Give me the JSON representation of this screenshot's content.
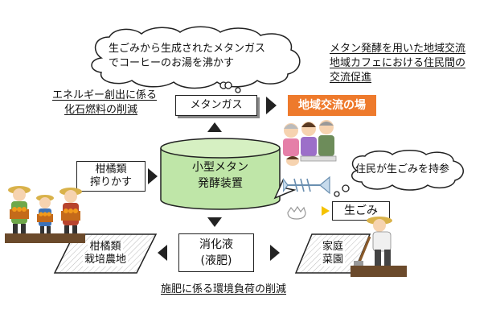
{
  "bubble_top": {
    "line1": "生ごみから生成されたメタンガス",
    "line2": "でコーヒーのお湯を沸かす"
  },
  "top_right": {
    "line1": "メタン発酵を用いた地域交流",
    "line2": "地域カフェにおける住民間の",
    "line3": "交流促進"
  },
  "energy_note": {
    "line1": "エネルギー創出に係る",
    "line2": "化石燃料の削減"
  },
  "methane_gas": "メタンガス",
  "community_place": "地域交流の場",
  "citrus_residue": {
    "line1": "柑橘類",
    "line2": "搾りかす"
  },
  "digester": {
    "line1": "小型メタン",
    "line2": "発酵装置"
  },
  "bubble_resident": "住民が生ごみを持参",
  "food_waste": "生ごみ",
  "citrus_farm": {
    "line1": "柑橘類",
    "line2": "栽培農地"
  },
  "digestate": {
    "line1": "消化液",
    "line2": "(液肥)"
  },
  "home_garden": {
    "line1": "家庭",
    "line2": "菜園"
  },
  "fertilizer_note": "施肥に係る環境負荷の削減",
  "colors": {
    "accent_orange": "#ee7a2c",
    "cylinder_green": "#bfe6a8"
  }
}
